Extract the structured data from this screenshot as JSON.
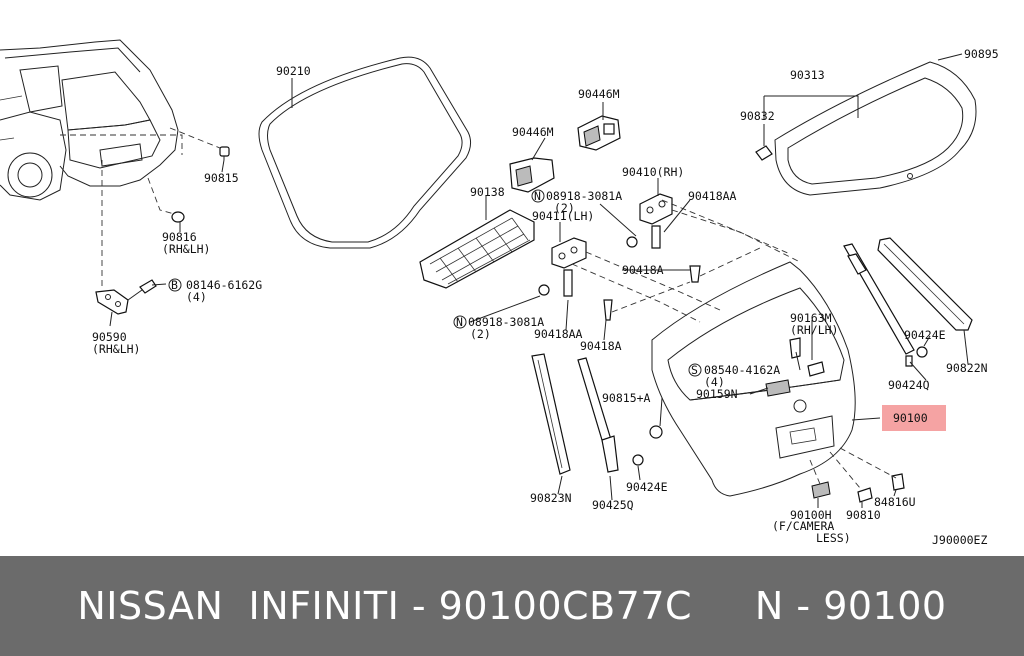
{
  "diagram": {
    "diagram_code": "J90000EZ",
    "highlight_color": "#f5a3a3",
    "labels": {
      "p90210": "90210",
      "p90895": "90895",
      "p90313": "90313",
      "p90832": "90832",
      "p90446m_a": "90446M",
      "p90446m_b": "90446M",
      "p90815": "90815",
      "p90816": "90816",
      "p90816_sub": "(RH&LH)",
      "p90138": "90138",
      "n08918_a": "08918-3081A",
      "n08918_a_qty": "(2)",
      "p90410": "90410(RH)",
      "p90418aa_a": "90418AA",
      "p90411": "90411(LH)",
      "b08146": "08146-6162G",
      "b08146_qty": "(4)",
      "p90418a_a": "90418A",
      "n08918_b": "08918-3081A",
      "n08918_b_qty": "(2)",
      "p90418aa_b": "90418AA",
      "p90418a_b": "90418A",
      "p90590": "90590",
      "p90590_sub": "(RH&LH)",
      "p90163m": "90163M",
      "p90163m_sub": "(RH/LH)",
      "s08540": "08540-4162A",
      "s08540_qty": "(4)",
      "p90159n": "90159N",
      "p90424e_a": "90424E",
      "p90424q": "90424Q",
      "p90822n": "90822N",
      "p90100": "90100",
      "p90815a": "90815+A",
      "p90424e_b": "90424E",
      "p90823n": "90823N",
      "p90425q": "90425Q",
      "p90100h": "90100H",
      "p90100h_sub1": "(F/CAMERA",
      "p90100h_sub2": "LESS)",
      "p90810": "90810",
      "p84816u": "84816U"
    }
  },
  "banner": {
    "text": "NISSAN  INFINITI - 90100CB77C     N - 90100"
  }
}
